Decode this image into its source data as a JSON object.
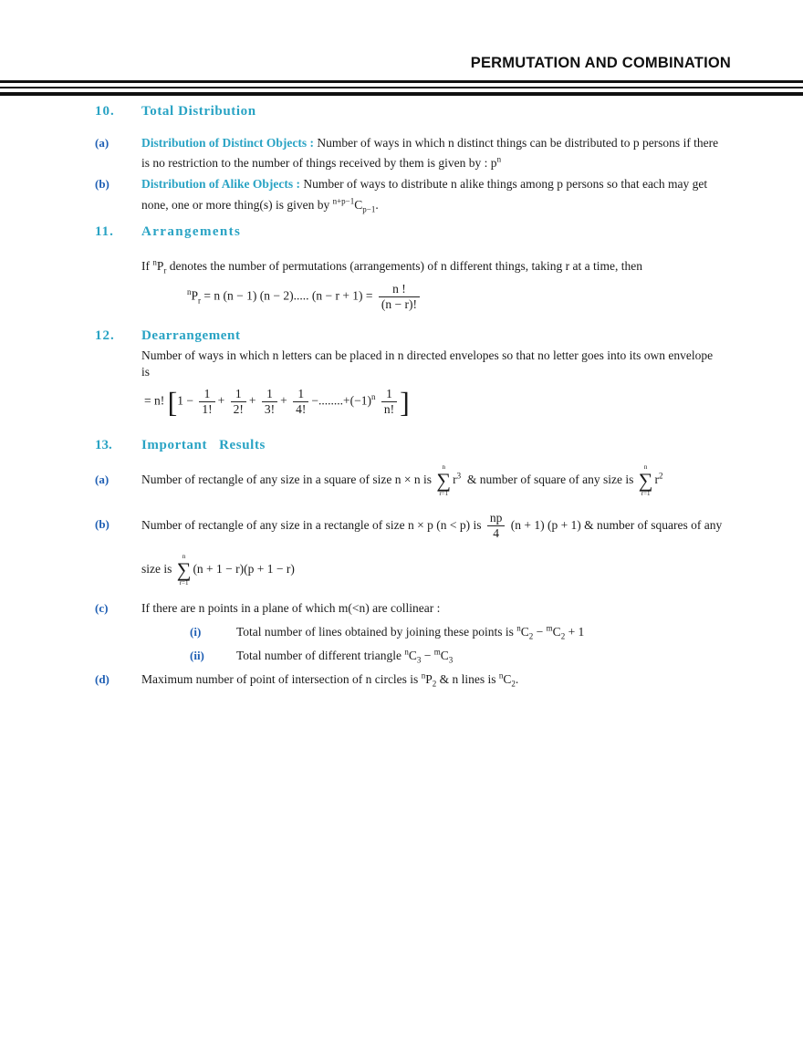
{
  "header": {
    "title": "PERMUTATION AND COMBINATION"
  },
  "s10": {
    "num": "10.",
    "title": "Total Distribution",
    "a": {
      "label": "(a)",
      "heading": "Distribution of Distinct Objects :",
      "line1": "Number of ways in which n distinct things can be distributed to p persons if there",
      "line2": "is no restriction to the number of things received by them is given by : p",
      "sup": "n"
    },
    "b": {
      "label": "(b)",
      "heading": "Distribution of Alike Objects :",
      "line1": "Number of ways to distribute n alike things among p persons so that each may  get",
      "line2": "none, one or more thing(s) is given by ",
      "sup": "n+p−1",
      "c": "C",
      "sub": "p−1",
      "end": "."
    }
  },
  "s11": {
    "num": "11.",
    "title": "Arrangements",
    "intro_pre": "If ",
    "sup_n": "n",
    "P": "P",
    "sub_r": "r",
    "intro_post": " denotes the number of permutations (arrangements) of n different things, taking r at a time, then",
    "formula": "= n (n − 1) (n − 2)..... (n − r + 1) =",
    "frac_num": "n !",
    "frac_den": "(n − r)!"
  },
  "s12": {
    "num": "12.",
    "title": "Dearrangement",
    "line1": "Number of ways in which n letters can be placed in n directed envelopes so that no letter goes into its own envelope",
    "line2": "is",
    "eq": "=",
    "nfact": "n!",
    "one": "1",
    "f1d": "1!",
    "f2d": "2!",
    "f3d": "3!",
    "f4d": "4!",
    "fnd": "n!",
    "dots": "........",
    "m1": "(−1)",
    "m1sup": "n"
  },
  "s13": {
    "num": "13.",
    "title": "Important   Results",
    "a": {
      "label": "(a)",
      "pre": "Number of rectangle of any size in a square of size n × n is",
      "mid": "& number of square of any size is",
      "r": "r",
      "cube": "3",
      "sq": "2",
      "top": "n",
      "bot": "r=1"
    },
    "b": {
      "label": "(b)",
      "pre": "Number of rectangle of any size in a rectangle of size n × p (n < p) is",
      "fnum": "np",
      "fden": "4",
      "post": "(n + 1) (p + 1) & number of squares of any",
      "line2": "size is",
      "expr": "(n + 1 − r)(p + 1 − r)",
      "top": "n",
      "bot": "r=1"
    },
    "c": {
      "label": "(c)",
      "text": "If there are n points in a plane of which m(<n) are collinear :",
      "i_label": "(i)",
      "i_text": "Total number of lines obtained by joining these points is ",
      "i_tail": " + 1",
      "ii_label": "(ii)",
      "ii_text": "Total number of different triangle "
    },
    "d": {
      "label": "(d)",
      "text": "Maximum number of point of intersection of n circles is ",
      "mid": " & n lines is ",
      "end": "."
    }
  },
  "sym": {
    "n": "n",
    "m": "m",
    "C": "C",
    "P": "P",
    "two": "2",
    "three": "3",
    "minus": " − "
  }
}
